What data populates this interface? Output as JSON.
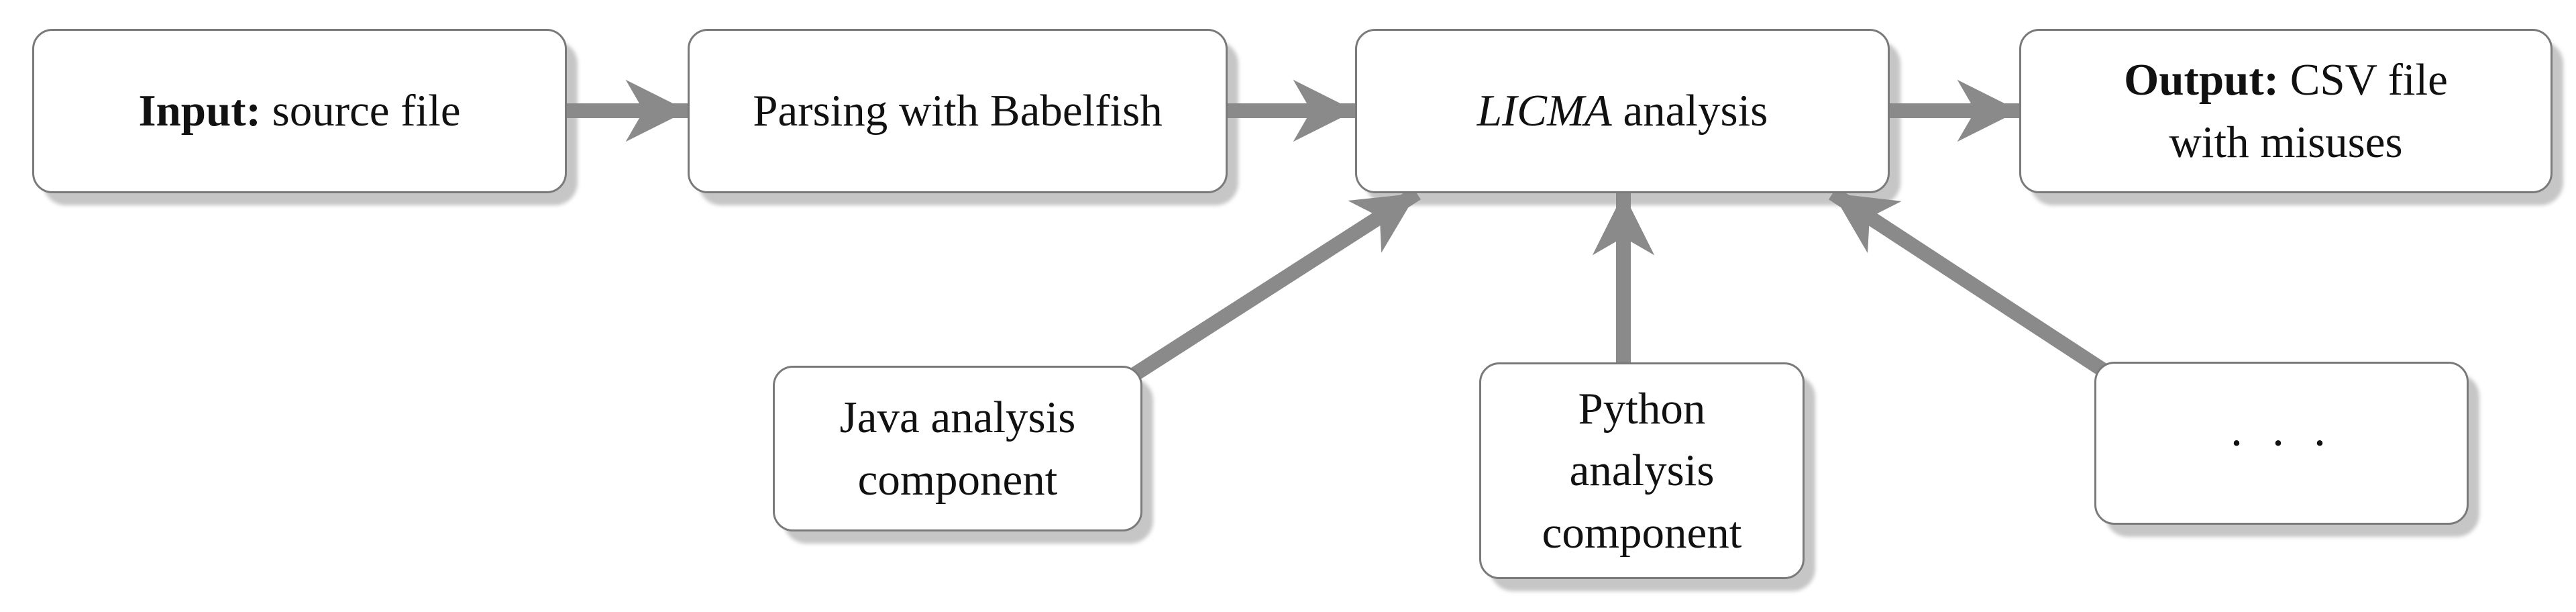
{
  "colors": {
    "background": "#ffffff",
    "box_fill": "#ffffff",
    "box_border": "#7a7a7a",
    "box_shadow": "#c6c6c6",
    "arrow": "#8a8a8a",
    "text": "#111111"
  },
  "nodes": {
    "input": {
      "bold": "Input:",
      "rest": " source file"
    },
    "parsing": {
      "label": "Parsing with Babelfish"
    },
    "licma": {
      "italic": "LICMA",
      "rest": " analysis"
    },
    "output": {
      "bold": "Output:",
      "rest": " CSV file",
      "line2": "with misuses"
    },
    "java": {
      "line1": "Java analysis",
      "line2": "component"
    },
    "python": {
      "line1": "Python",
      "line2": "analysis",
      "line3": "component"
    },
    "dots": {
      "label": "· · ·"
    }
  },
  "arrows": [
    {
      "from": "input",
      "to": "parsing",
      "direction": "right"
    },
    {
      "from": "parsing",
      "to": "licma",
      "direction": "right"
    },
    {
      "from": "licma",
      "to": "output",
      "direction": "right"
    },
    {
      "from": "java",
      "to": "licma",
      "direction": "up-right"
    },
    {
      "from": "python",
      "to": "licma",
      "direction": "up"
    },
    {
      "from": "dots",
      "to": "licma",
      "direction": "up-left"
    }
  ]
}
